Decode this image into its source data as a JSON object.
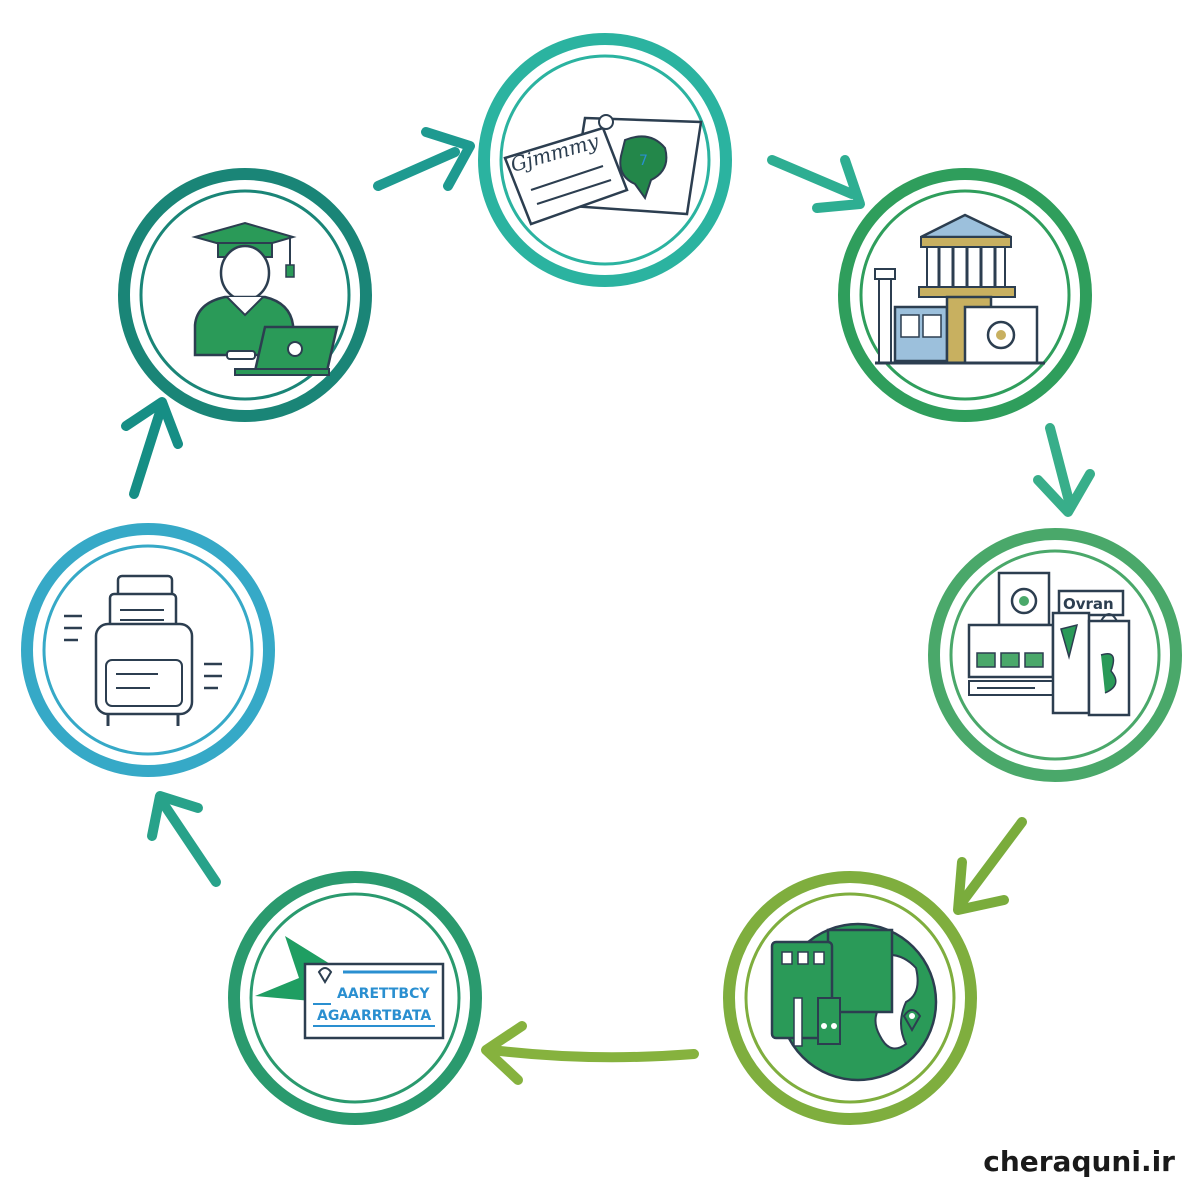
{
  "watermark": "cheraquni.ir",
  "colors": {
    "teal_dark": "#1e8a80",
    "teal": "#2bb3a0",
    "green": "#2f9e5c",
    "green_mid": "#4aa86a",
    "olive": "#7fae3e",
    "cyan": "#36a9c7",
    "icon_green": "#23874a",
    "ink": "#2c3e50"
  },
  "nodes": [
    {
      "id": "graduate",
      "icon": "graduate-laptop-icon"
    },
    {
      "id": "certificate",
      "icon": "certificate-map-pin-icon",
      "handwriting": "Gjmmmy"
    },
    {
      "id": "university",
      "icon": "university-building-icon"
    },
    {
      "id": "documents",
      "icon": "documents-bag-icon",
      "sign_text": "Ovran"
    },
    {
      "id": "travel",
      "icon": "globe-luggage-icon"
    },
    {
      "id": "boarding",
      "icon": "boarding-pass-plane-icon",
      "lines": [
        "AARETTBCY",
        "AGAARRTBATA"
      ]
    },
    {
      "id": "application",
      "icon": "printer-application-icon"
    }
  ]
}
